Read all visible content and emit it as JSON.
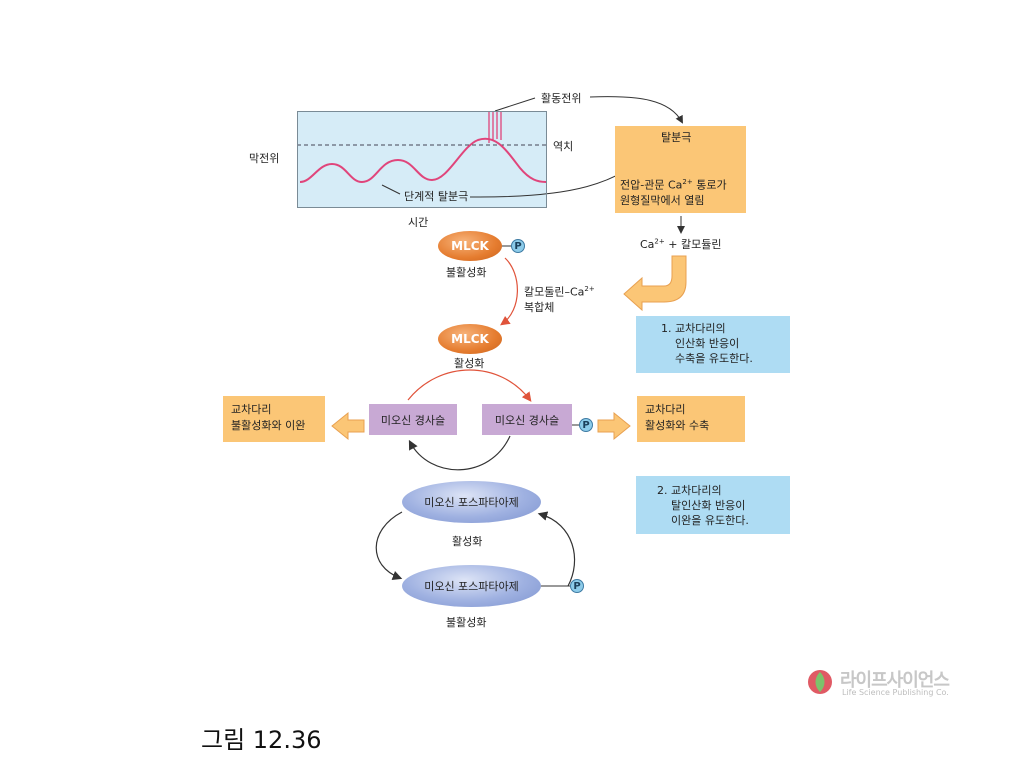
{
  "graph": {
    "y_label": "막전위",
    "x_label": "시간",
    "threshold_label": "역치",
    "action_potential_label": "활동전위",
    "graded_label": "단계적 탈분극"
  },
  "depolarization_box": {
    "label": "탈분극"
  },
  "channel_box": {
    "line1": "전압-관문 Ca",
    "sup": "2+",
    "line1_end": " 통로가",
    "line2": "원형질막에서 열림"
  },
  "ca_calmodulin": {
    "pre": "Ca",
    "sup": "2+",
    "post": " + 칼모듈린"
  },
  "mlck_top": {
    "label": "MLCK",
    "p": "P",
    "state": "불활성화"
  },
  "complex_label": {
    "line1_pre": "칼모둘린–Ca",
    "sup": "2+",
    "line2": "복합체"
  },
  "mlck_bottom": {
    "label": "MLCK",
    "state": "활성화"
  },
  "note1": {
    "line1": "1. 교차다리의",
    "line2": "인산화 반응이",
    "line3": "수축을 유도한다."
  },
  "left_result": {
    "line1": "교차다리",
    "line2": "불활성화와 이완"
  },
  "right_result": {
    "line1": "교차다리",
    "line2": "활성화와 수축"
  },
  "myosin_left": {
    "label": "미오신 경사슬"
  },
  "myosin_right": {
    "label": "미오신 경사슬",
    "p": "P"
  },
  "note2": {
    "line1": "2. 교차다리의",
    "line2": "탈인산화 반응이",
    "line3": "이완을 유도한다."
  },
  "phosphatase_top": {
    "label": "미오신 포스파타아제",
    "state": "활성화"
  },
  "phosphatase_bottom": {
    "label": "미오신 포스파타아제",
    "p": "P",
    "state": "불활성화"
  },
  "publisher": {
    "name": "라이프사이언스",
    "sub": "Life Science Publishing Co."
  },
  "caption": "그림 12.36",
  "colors": {
    "wave": "#e0457b",
    "orange_box": "#fbc676",
    "blue_box": "#aedcf3",
    "purple_box": "#c8a9d4",
    "arrow_fill": "#fbc676",
    "red_arrow": "#e0533a"
  }
}
